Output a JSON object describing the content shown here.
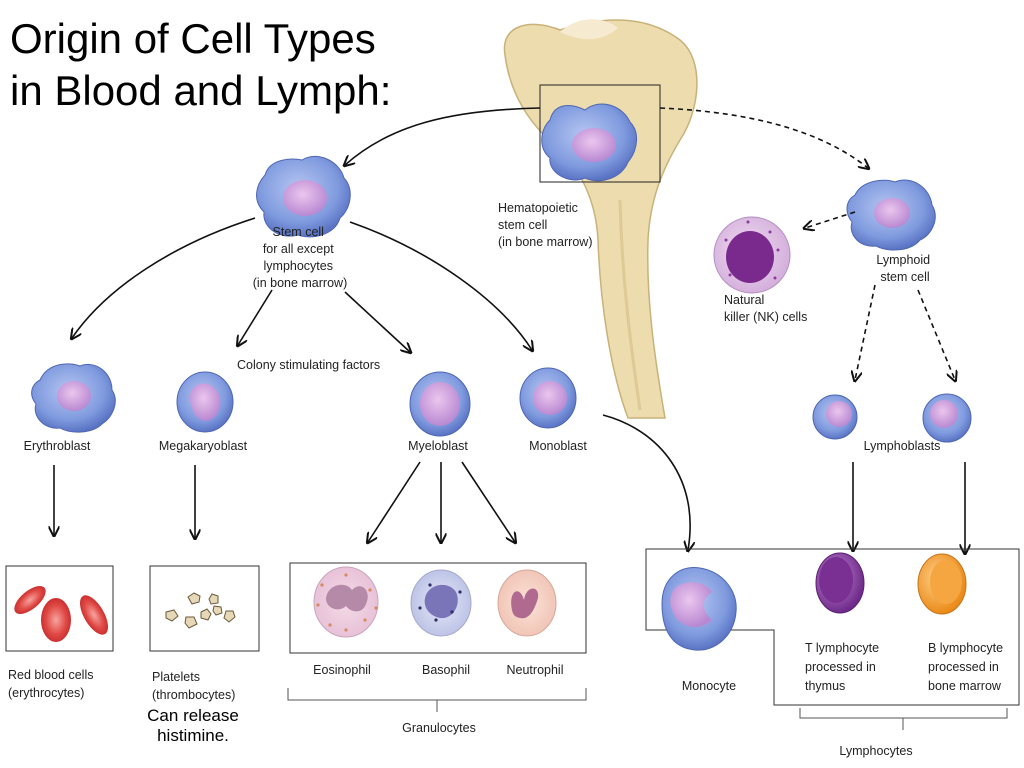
{
  "title": {
    "line1": "Origin of Cell Types",
    "line2": "in Blood and Lymph:"
  },
  "stem_cells": {
    "hematopoietic": [
      "Hematopoietic",
      "stem cell",
      "(in bone marrow)"
    ],
    "myeloid": [
      "Stem cell",
      "for all except",
      "lymphocytes",
      "(in bone marrow)"
    ],
    "lymphoid": [
      "Lymphoid",
      "stem cell"
    ]
  },
  "colony_label": "Colony stimulating factors",
  "blasts": {
    "erythroblast": "Erythroblast",
    "megakaryoblast": "Megakaryoblast",
    "myeloblast": "Myeloblast",
    "monoblast": "Monoblast",
    "lymphoblasts": "Lymphoblasts"
  },
  "nk_cells": [
    "Natural",
    "killer (NK) cells"
  ],
  "mature_cells": {
    "red_blood_cells": [
      "Red blood cells",
      "(erythrocytes)"
    ],
    "platelets": [
      "Platelets",
      "(thrombocytes)"
    ],
    "eosinophil": "Eosinophil",
    "basophil": "Basophil",
    "neutrophil": "Neutrophil",
    "monocyte": "Monocyte",
    "t_lymphocyte": [
      "T lymphocyte",
      "processed in",
      "thymus"
    ],
    "b_lymphocyte": [
      "B lymphocyte",
      "processed in",
      "bone marrow"
    ]
  },
  "groups": {
    "granulocytes": "Granulocytes",
    "lymphocytes": "Lymphocytes"
  },
  "note": [
    "Can release",
    "histimine."
  ],
  "colors": {
    "bone": "#ecdcae",
    "stem_cell": "#7f9ade",
    "nucleus": "#c99ad8",
    "rbc": "#e13c3c",
    "nk": "#7a2a8c",
    "t_cell": "#8e4aa6",
    "b_cell": "#f09a2a"
  }
}
